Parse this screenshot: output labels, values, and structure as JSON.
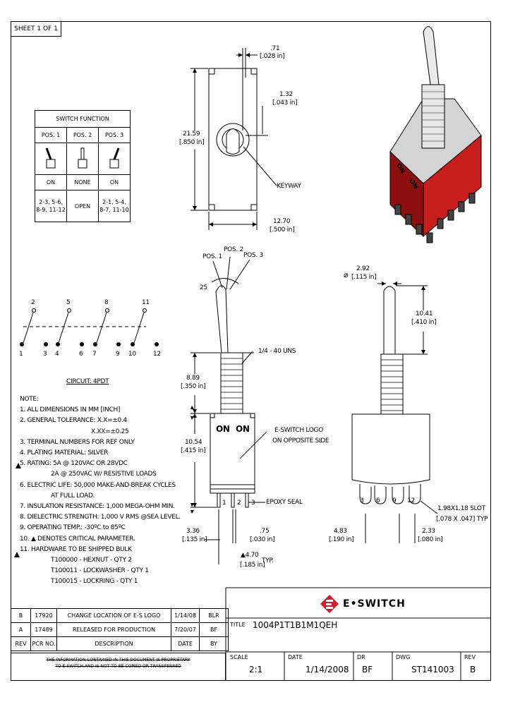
{
  "sheet": "SHEET 1 OF 1",
  "switch_function": {
    "title": "SWITCH FUNCTION",
    "positions": [
      "POS. 1",
      "POS. 2",
      "POS. 3"
    ],
    "states": [
      "ON",
      "NONE",
      "ON"
    ],
    "pos1_terminals": [
      "2-3, 5-6,",
      "8-9, 11-12"
    ],
    "pos2_terminals": "OPEN",
    "pos3_terminals": [
      "2-1, 5-4,",
      "8-7, 11-10"
    ]
  },
  "circuit": {
    "top_labels": [
      "2",
      "5",
      "8",
      "11"
    ],
    "bottom_labels": [
      "1",
      "3",
      "4",
      "6",
      "7",
      "9",
      "10",
      "12"
    ],
    "title": "CIRCUIT: 4PDT"
  },
  "top_view": {
    "dim_071": ".71",
    "dim_071_in": "[.028 in]",
    "dim_132": "1.32",
    "dim_132_in": "[.043 in]",
    "dim_2159": "21.59",
    "dim_2159_in": "[.850 in]",
    "keyway": "KEYWAY",
    "dim_1270": "12.70",
    "dim_1270_in": "[.500 in]"
  },
  "side_view": {
    "pos1": "POS. 1",
    "pos2": "POS. 2",
    "pos3": "POS. 3",
    "angle": "25",
    "thread": "1/4 - 40 UNS",
    "dim_889": "8.89",
    "dim_889_in": "[.350 in]",
    "eswitch_logo": "E-SWITCH LOGO",
    "opposite_side": "ON OPPOSITE SIDE",
    "dim_1054": "10.54",
    "dim_1054_in": "[.415 in]",
    "on_left": "ON",
    "on_right": "ON",
    "pin_1": "1",
    "pin_2": "2",
    "pin_3": "3",
    "epoxy": "EPOXY SEAL",
    "dim_336": "3.36",
    "dim_336_in": "[.135 in]",
    "dim_075": ".75",
    "dim_075_in": "[.030 in]",
    "dim_470": "4.70",
    "dim_470_in": "[.185 in]",
    "typ": "TYP."
  },
  "end_view": {
    "dia_symbol": "⌀",
    "dim_292": "2.92",
    "dim_292_in": "[.115 in]",
    "dim_1041": "10.41",
    "dim_1041_in": "[.410 in]",
    "term_3": "3",
    "term_6": "6",
    "term_9": "9",
    "term_12": "12",
    "slot": "1.98X1.18 SLOT",
    "slot_in": "[.078 X .047] TYP",
    "dim_483": "4.83",
    "dim_483_in": "[.190 in]",
    "dim_233": "2.33",
    "dim_233_in": "[.080 in]"
  },
  "iso_view": {
    "on1": "ON",
    "on2": "ON"
  },
  "notes": [
    "NOTE:",
    "1. ALL DIMENSIONS IN MM [INCH]",
    "2. GENERAL TOLERANCE: X.X=±0.4",
    "X.XX=±0.25",
    "3. TERMINAL NUMBERS FOR REF ONLY",
    "4. PLATING MATERIAL: SILVER",
    "5. RATING: 5A @ 120VAC OR 28VDC",
    "2A @ 250VAC W/ RESISTIVE LOADS",
    "6. ELECTRIC LIFE: 50,000 MAKE-AND-BREAK CYCLES",
    "AT FULL LOAD.",
    "7. INSULATION RESISTANCE: 1,000 MEGA-OHM MIN.",
    "8. DIELECTRIC STRENGTH: 1,000 V RMS @SEA LEVEL.",
    "9. OPERATING TEMP.: -30ºC to 85ºC",
    "10. ▲ DENOTES CRITICAL PARAMETER.",
    "11. HARDWARE TO BE SHIPPED BULK",
    "T100000 - HEXNUT - QTY 2",
    "T100011 - LOCKWASHER - QTY 1",
    "T100015 - LOCKRING - QTY 1"
  ],
  "revisions": {
    "rows": [
      {
        "rev": "B",
        "pcr": "17920",
        "desc": "CHANGE LOCATION OF E-S LOGO",
        "date": "1/14/08",
        "by": "BLR"
      },
      {
        "rev": "A",
        "pcr": "17489",
        "desc": "RELEASED FOR PRODUCTION",
        "date": "7/20/07",
        "by": "BF"
      }
    ],
    "headers": {
      "rev": "REV",
      "pcr": "PCR NO.",
      "desc": "DESCRIPTION",
      "date": "DATE",
      "by": "BY"
    }
  },
  "disclaimer": [
    "THE INFORMATION CONTAINED IN THIS DOCUMENT IS PROPRIETARY",
    "TO E-SWITCH AND IS NOT TO BE COPIED OR TRANSFERRED"
  ],
  "title_block": {
    "brand": "E•SWITCH",
    "title_label": "TITLE",
    "title": "1004P1T1B1M1QEH",
    "scale_label": "SCALE",
    "scale": "2:1",
    "date_label": "DATE",
    "date": "1/14/2008",
    "dr_label": "DR",
    "dr": "BF",
    "dwg_label": "DWG",
    "dwg": "ST141003",
    "rev_label": "REV",
    "rev": "B"
  },
  "colors": {
    "red": "#c81e1e",
    "dark_red": "#8c1010",
    "brand": "#d7192a"
  }
}
